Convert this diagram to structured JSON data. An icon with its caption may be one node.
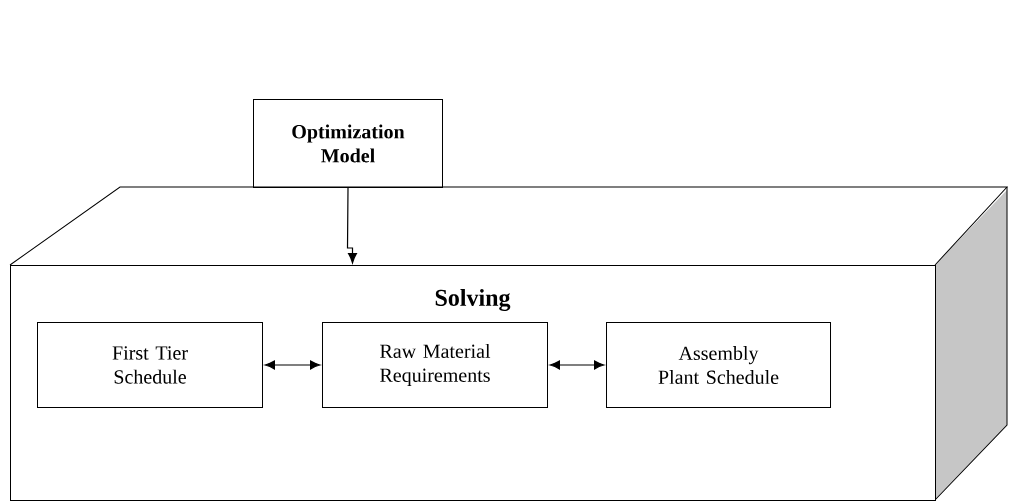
{
  "diagram": {
    "nodes": [
      {
        "text": [
          "Optimization Model"
        ]
      },
      {
        "text": [
          "Solving"
        ]
      },
      {
        "text": [
          "First Tier Schedule"
        ],
        "in": 1
      },
      {
        "text": [
          "Raw Material Requirements"
        ],
        "in": 1
      },
      {
        "text": [
          "Assembly Plant Schedule"
        ],
        "in": 1
      }
    ],
    "edges": [
      {
        "from": 0,
        "to": 1,
        "arrow": "to"
      },
      {
        "from": 2,
        "to": 3,
        "arrow": "both"
      },
      {
        "from": 3,
        "to": 4,
        "arrow": "both"
      }
    ]
  }
}
